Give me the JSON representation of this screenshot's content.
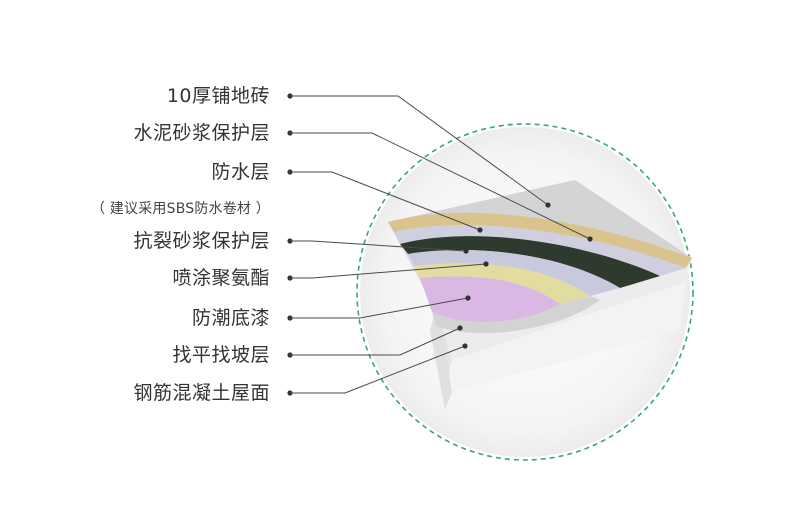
{
  "colors": {
    "leader_line": "#4a4a4a",
    "dashed_circle": "#3aa86b",
    "concrete_top": "#dcdcdc",
    "concrete_side": "#e9e9e9",
    "concrete_front": "#f2f2f2",
    "levelling": "#d3d3d3",
    "primer": "#d9b8e4",
    "polyurea": "#e2dca0",
    "crack_mortar": "#c9c9dd",
    "waterproof": "#2f3a2f",
    "mortar": "#b8bcc8",
    "tile_edge": "#d8c48c"
  },
  "layers": [
    {
      "label": "10厚铺地砖",
      "icon": "dot"
    },
    {
      "label": "水泥砂浆保护层",
      "icon": "dot"
    },
    {
      "label": "防水层",
      "icon": "dot",
      "note": "（ 建议采用SBS防水卷材 ）"
    },
    {
      "label": "抗裂砂浆保护层",
      "icon": "dot"
    },
    {
      "label": "喷涂聚氨酯",
      "icon": "dot"
    },
    {
      "label": "防潮底漆",
      "icon": "dot"
    },
    {
      "label": "找平找坡层",
      "icon": "dot"
    },
    {
      "label": "钢筋混凝土屋面",
      "icon": "dot"
    }
  ]
}
